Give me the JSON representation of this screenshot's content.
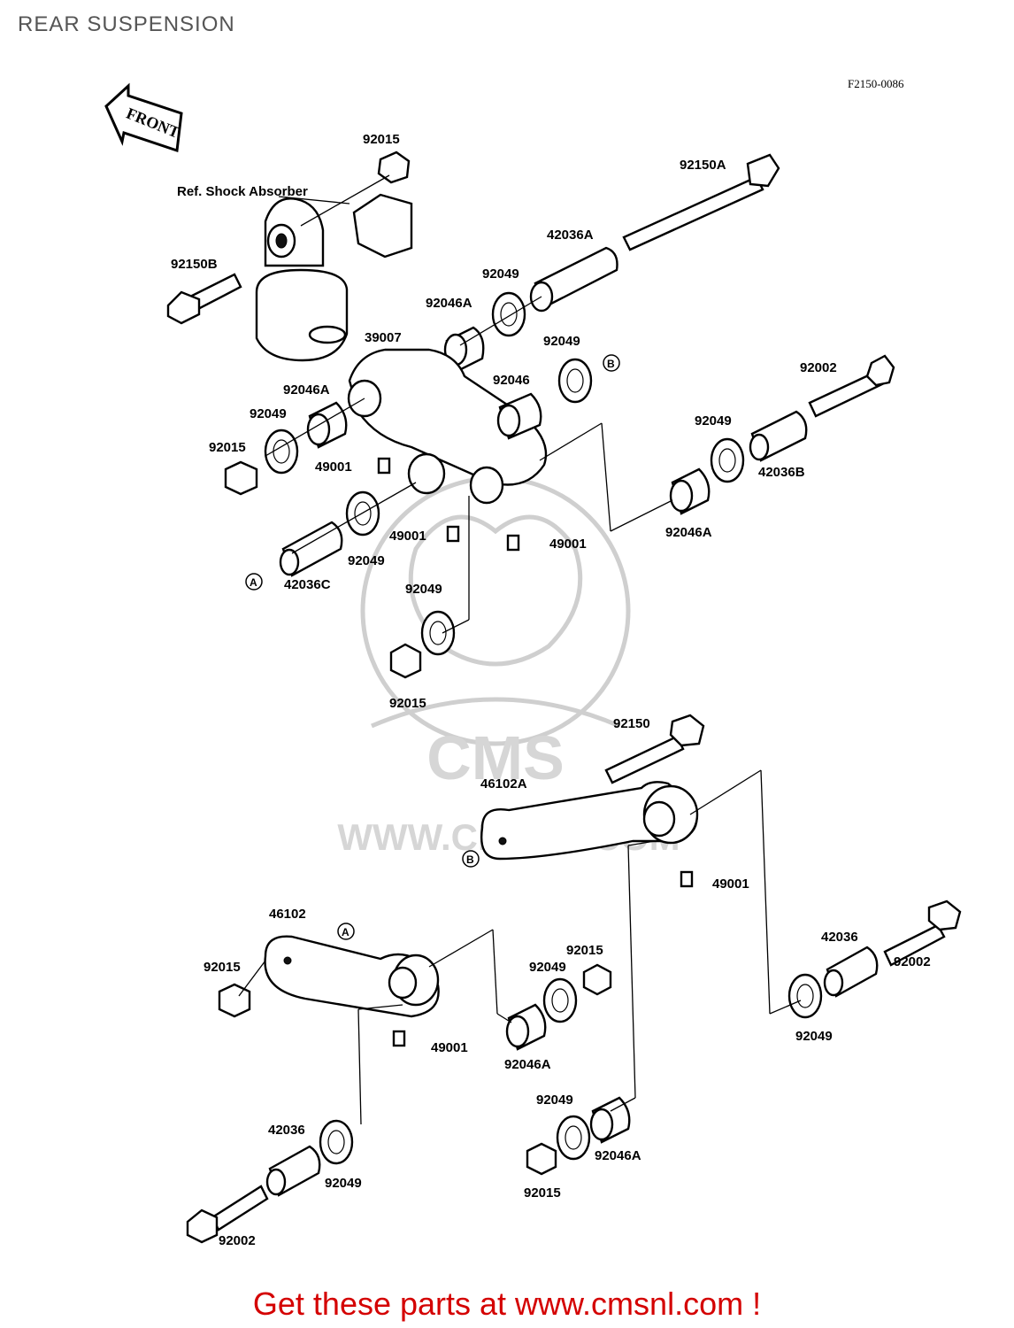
{
  "header": {
    "title": "REAR SUSPENSION"
  },
  "diagram": {
    "figure_code": "F2150-0086",
    "front_arrow_text": "FRONT",
    "ref_label": "Ref. Shock Absorber",
    "callouts": {
      "A": "A",
      "B": "B"
    },
    "labels": {
      "l01": "92015",
      "l02": "92150A",
      "l03": "92150B",
      "l04": "42036A",
      "l05": "92049",
      "l06": "92046A",
      "l07": "39007",
      "l08": "92049",
      "l09": "92046",
      "l10": "92002",
      "l11": "92046A",
      "l12": "92049",
      "l13": "92049",
      "l14": "92015",
      "l15": "49001",
      "l16": "42036B",
      "l17": "92046A",
      "l18": "49001",
      "l19": "49001",
      "l20": "92049",
      "l21": "42036C",
      "l22": "92049",
      "l23": "92015",
      "l24": "92150",
      "l25": "46102A",
      "l26": "49001",
      "l27": "46102",
      "l28": "92015",
      "l29": "92015",
      "l30": "92049",
      "l31": "42036",
      "l32": "92002",
      "l33": "49001",
      "l34": "92046A",
      "l35": "92049",
      "l36": "92049",
      "l37": "42036",
      "l38": "92046A",
      "l39": "92049",
      "l40": "92015",
      "l41": "92002"
    },
    "watermark": {
      "text": "CMS",
      "url": "WWW.CMSNL.COM"
    }
  },
  "footer": {
    "cta": "Get these parts at www.cmsnl.com !"
  },
  "colors": {
    "footer_red": "#d40000",
    "title_grey": "#555555",
    "watermark_grey": "#cfcfcf"
  }
}
